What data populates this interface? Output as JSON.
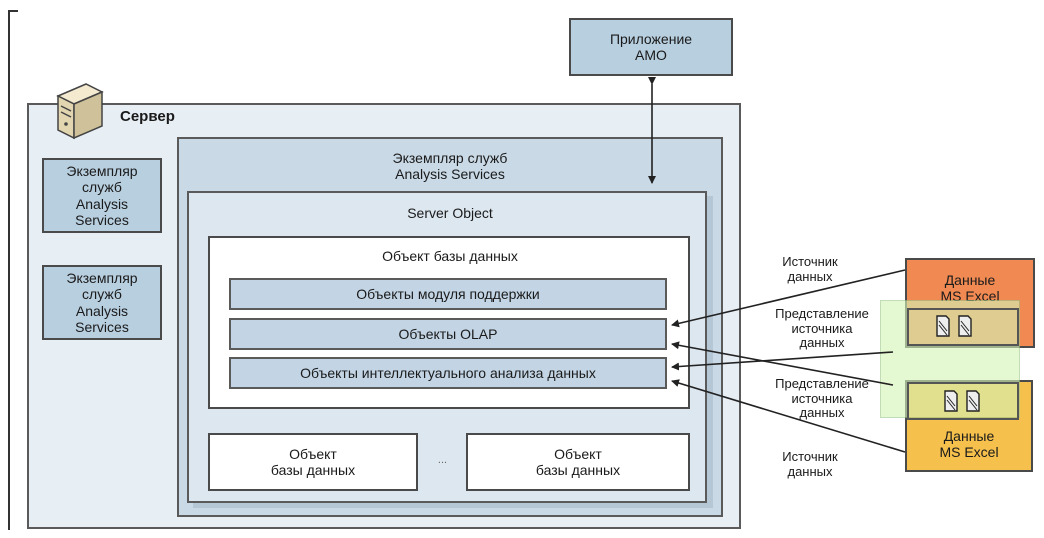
{
  "amo_app": {
    "label": "Приложение\nАМО"
  },
  "server": {
    "label": "Сервер"
  },
  "side_instances": [
    {
      "label": "Экземпляр\nслужб\nAnalysis\nServices"
    },
    {
      "label": "Экземпляр\nслужб\nAnalysis\nServices"
    }
  ],
  "instance": {
    "label": "Экземпляр служб\nAnalysis Services"
  },
  "server_object": {
    "label": "Server Object"
  },
  "db_object": {
    "label": "Объект базы данных",
    "rows": [
      {
        "label": "Объекты модуля поддержки"
      },
      {
        "label": "Объекты OLAP"
      },
      {
        "label": "Объекты интеллектуального анализа данных"
      }
    ]
  },
  "bottom_dbs": [
    {
      "label": "Объект\nбазы данных"
    },
    {
      "label": "Объект\nбазы данных"
    }
  ],
  "ellipsis": "...",
  "excel": [
    {
      "label": "Данные\nMS Excel",
      "color": "#f08a52"
    },
    {
      "label": "Данные\nMS Excel",
      "color": "#f5c04c"
    }
  ],
  "overlay_color": "#d4f5b8",
  "connector_labels": [
    {
      "label": "Источник\nданных"
    },
    {
      "label": "Представление\nисточника\nданных"
    },
    {
      "label": "Представление\nисточника\nданных"
    },
    {
      "label": "Источник\nданных"
    }
  ]
}
